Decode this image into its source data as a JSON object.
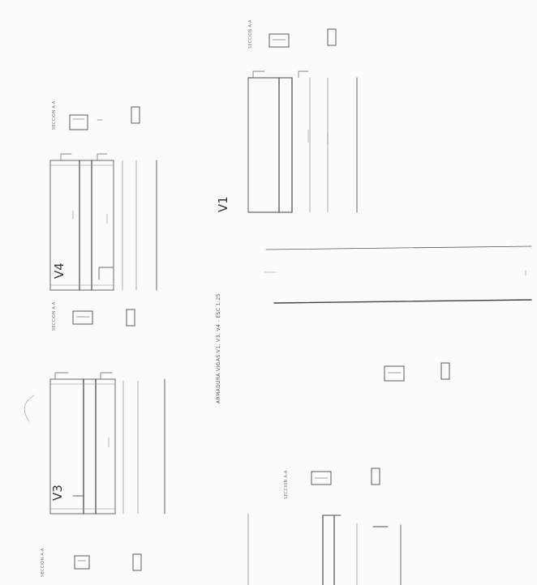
{
  "sheet": {
    "title_note": "ARMADURA VIGAS V1, V3, V4 - ESC 1:25",
    "beams": [
      {
        "id": "v4",
        "label": "V4"
      },
      {
        "id": "v3",
        "label": "V3"
      },
      {
        "id": "v1",
        "label": "V1"
      }
    ],
    "section_labels": [
      "SECCION A-A",
      "SECCION A-A",
      "SECCION A-A",
      "SECCION A-A",
      "SECCION A-A"
    ],
    "colors": {
      "ink": "#4a4a4a",
      "paper": "#fbfbfa",
      "faint": "#9a9a9a"
    }
  }
}
